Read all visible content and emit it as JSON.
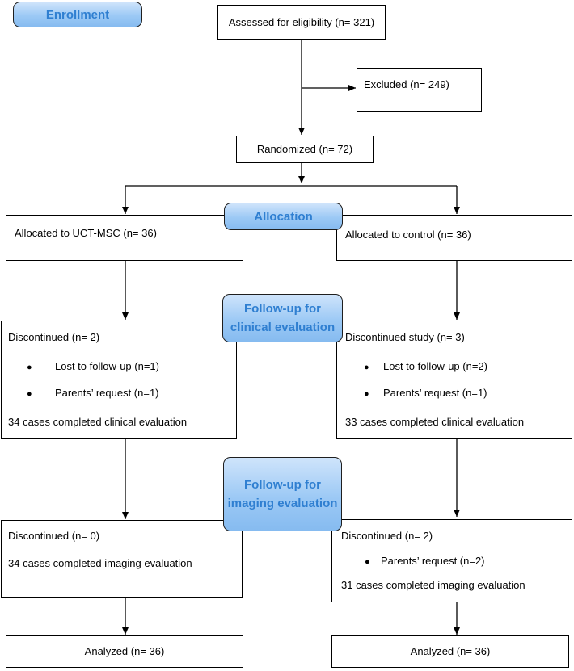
{
  "stages": {
    "enrollment": "Enrollment",
    "allocation": "Allocation",
    "followup_clinical": "Follow-up for clinical evaluation",
    "followup_imaging": "Follow-up for imaging evaluation"
  },
  "assessed": "Assessed for eligibility (n= 321)",
  "excluded": "Excluded (n= 249)",
  "randomized": "Randomized (n= 72)",
  "left": {
    "allocated": "Allocated to UCT-MSC (n= 36)",
    "clinical": {
      "title": "Discontinued (n= 2)",
      "bullets": [
        "Lost to follow-up (n=1)",
        "Parents’ request (n=1)"
      ],
      "completed": "34 cases completed clinical evaluation"
    },
    "imaging": {
      "title": "Discontinued (n= 0)",
      "completed": "34 cases completed imaging evaluation"
    },
    "analyzed": "Analyzed (n= 36)"
  },
  "right": {
    "allocated": "Allocated to control (n= 36)",
    "clinical": {
      "title": "Discontinued study (n= 3)",
      "bullets": [
        "Lost to follow-up (n=2)",
        "Parents’ request (n=1)"
      ],
      "completed": "33 cases completed clinical evaluation"
    },
    "imaging": {
      "title": "Discontinued (n= 2)",
      "bullets": [
        "Parents’ request (n=2)"
      ],
      "completed": "31 cases completed imaging evaluation"
    },
    "analyzed": "Analyzed (n= 36)"
  },
  "colors": {
    "stage_text": "#2f7fd1",
    "stage_fill": "#9cc9f5",
    "line": "#000000"
  }
}
